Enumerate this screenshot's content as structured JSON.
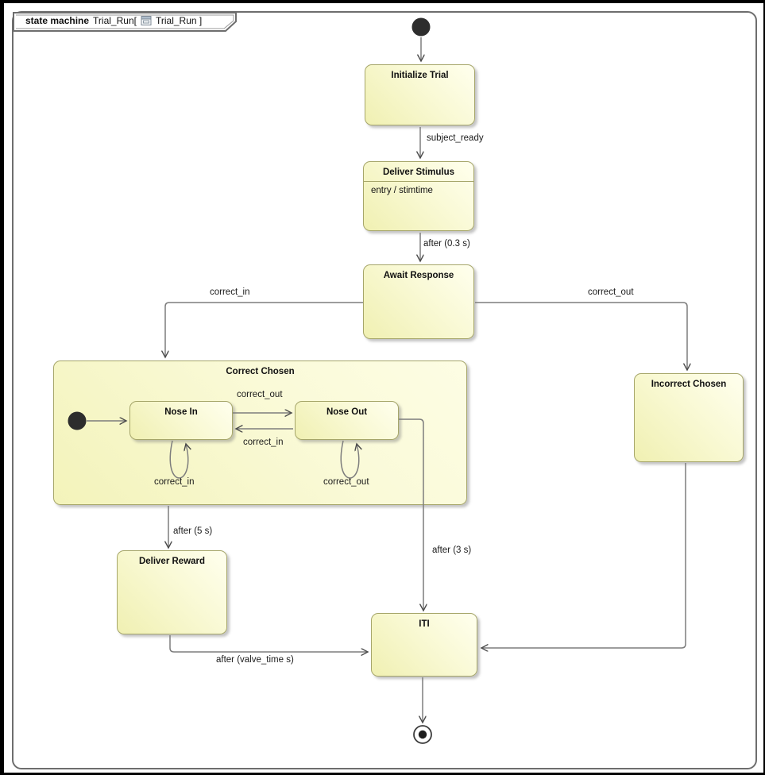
{
  "frame": {
    "kind_label": "state machine",
    "name": "Trial_Run[",
    "ref": "Trial_Run ]"
  },
  "states": {
    "initialize_trial": {
      "label": "Initialize Trial"
    },
    "deliver_stimulus": {
      "label": "Deliver Stimulus",
      "entry_action": "entry / stimtime"
    },
    "await_response": {
      "label": "Await Response"
    },
    "correct_chosen": {
      "label": "Correct Chosen"
    },
    "nose_in": {
      "label": "Nose In"
    },
    "nose_out": {
      "label": "Nose Out"
    },
    "incorrect_chosen": {
      "label": "Incorrect Chosen"
    },
    "deliver_reward": {
      "label": "Deliver Reward"
    },
    "iti": {
      "label": "ITI"
    }
  },
  "transitions": {
    "subject_ready": "subject_ready",
    "after_stimulus": "after (0.3 s)",
    "correct_in_to_chosen": "correct_in",
    "correct_out_to_incorrect": "correct_out",
    "nose_in_to_nose_out": "correct_out",
    "nose_out_to_nose_in": "correct_in",
    "nose_in_self": "correct_in",
    "nose_out_self": "correct_out",
    "after_5s": "after (5 s)",
    "after_3s": "after (3 s)",
    "after_valve_time": "after (valve_time s)"
  },
  "colors": {
    "state_fill_light": "#ffffee",
    "state_fill": "#f0f0b2",
    "state_border": "#a6a66a",
    "connector": "#7d7d7d",
    "arrowhead": "#4a4a4a",
    "frame_border": "#6e6e6e",
    "initial_node": "#2d2d2d",
    "background": "#ffffff"
  }
}
